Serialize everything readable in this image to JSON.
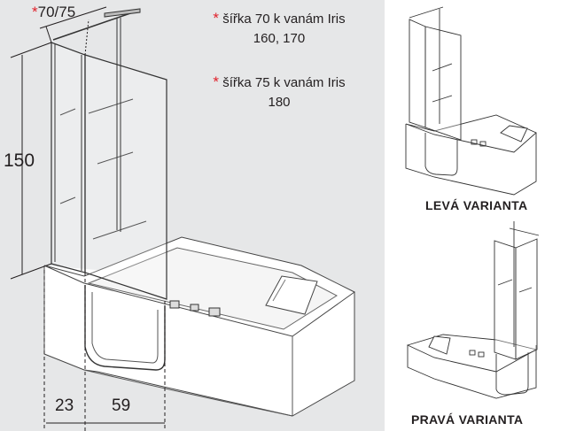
{
  "dimensions": {
    "top_width_star": "*",
    "top_width": "70/75",
    "height": "150",
    "bottom_left": "23",
    "bottom_right": "59"
  },
  "notes": [
    {
      "star": "*",
      "line1": "šířka 70 k vanám Iris",
      "line2": "160, 170"
    },
    {
      "star": "*",
      "line1": "šířka 75 k vanám Iris",
      "line2": "180"
    }
  ],
  "variants": {
    "left_label": "LEVÁ VARIANTA",
    "right_label": "PRAVÁ VARIANTA"
  },
  "colors": {
    "star": "#e0202a",
    "line": "#231f20",
    "background": "#e6e7e8"
  }
}
